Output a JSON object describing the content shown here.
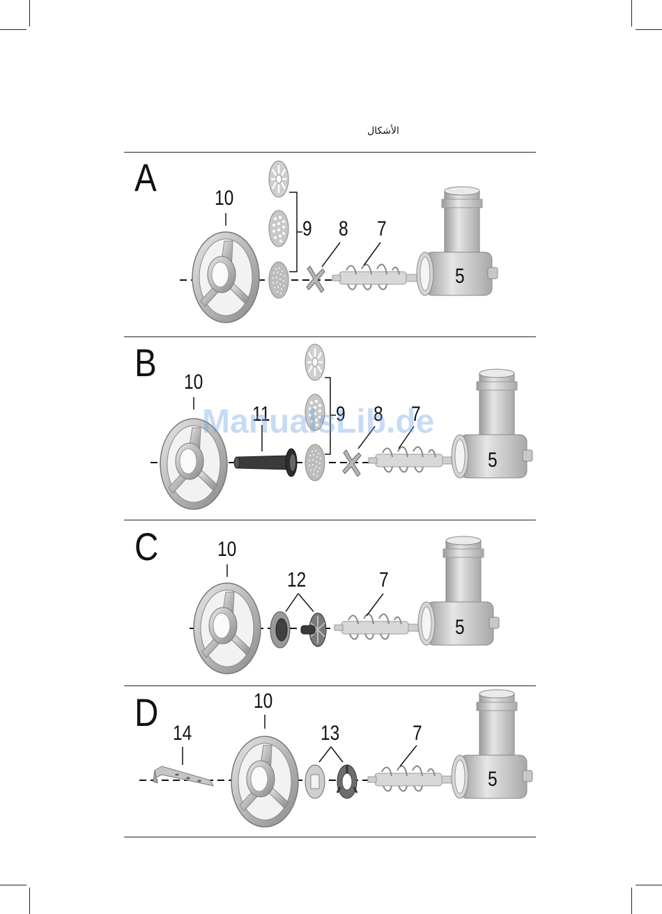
{
  "heading": "الأشكال",
  "watermark": "ManualsLib.de",
  "colors": {
    "metal": "#c8c8c8",
    "metal_dark": "#8c8c8c",
    "ink": "#111111",
    "watermark": "#6ea0e1"
  },
  "panels": [
    {
      "letter": "A",
      "labels": [
        "10",
        "9",
        "8",
        "7",
        "5"
      ]
    },
    {
      "letter": "B",
      "labels": [
        "10",
        "11",
        "9",
        "8",
        "7",
        "5"
      ]
    },
    {
      "letter": "C",
      "labels": [
        "10",
        "12",
        "7",
        "5"
      ]
    },
    {
      "letter": "D",
      "labels": [
        "14",
        "10",
        "13",
        "7",
        "5"
      ]
    }
  ]
}
